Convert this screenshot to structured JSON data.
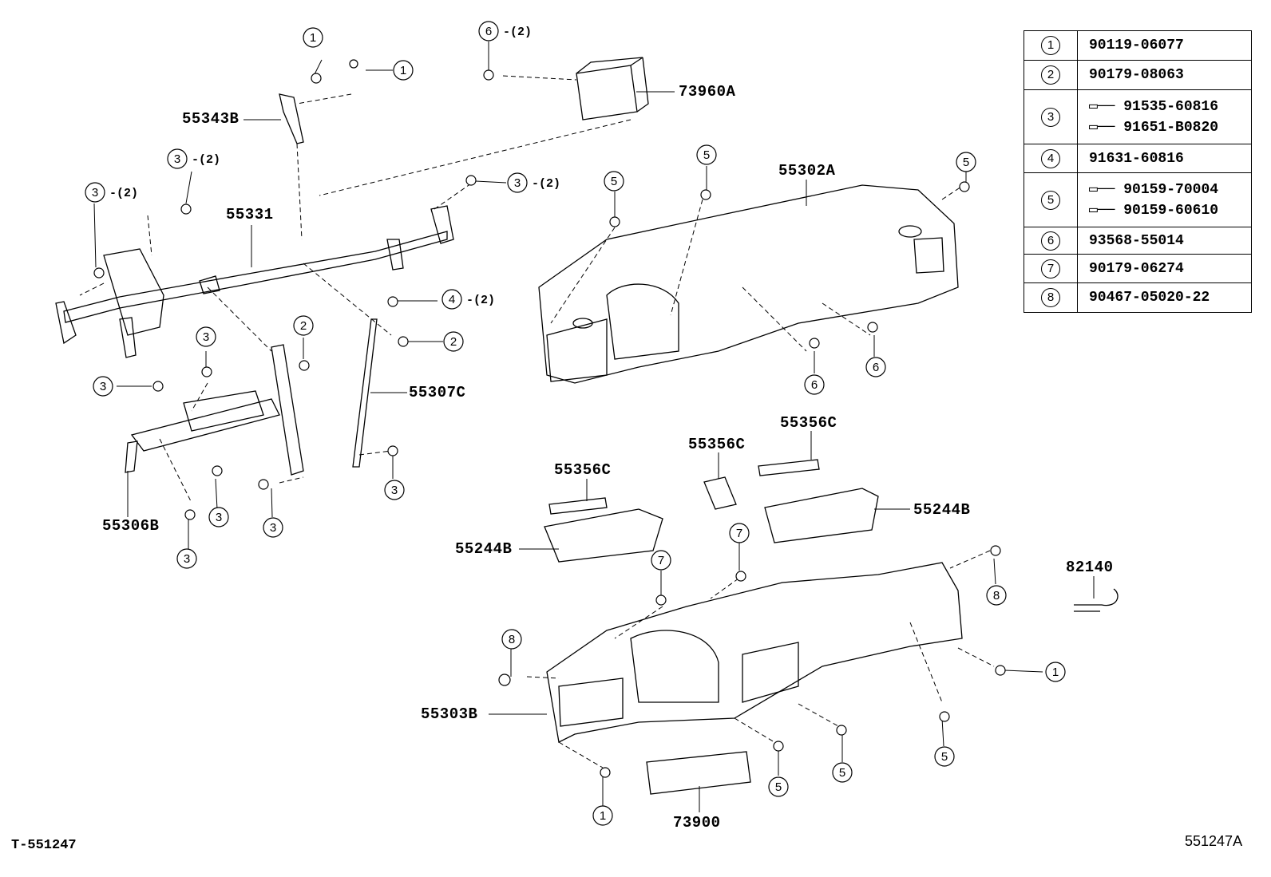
{
  "figure_code": "T-551247",
  "figure_id": "551247A",
  "part_labels": [
    "55343B",
    "73960A",
    "55331",
    "55302A",
    "55307C",
    "55306B",
    "55356C",
    "55356C",
    "55356C",
    "55244B",
    "55244B",
    "82140",
    "55303B",
    "73900"
  ],
  "qty_note": "-(2)",
  "legend": [
    {
      "key": "1",
      "parts": [
        "90119-06077"
      ]
    },
    {
      "key": "2",
      "parts": [
        "90179-08063"
      ]
    },
    {
      "key": "3",
      "parts": [
        "91535-60816",
        "91651-B0820"
      ]
    },
    {
      "key": "4",
      "parts": [
        "91631-60816"
      ]
    },
    {
      "key": "5",
      "parts": [
        "90159-70004",
        "90159-60610"
      ]
    },
    {
      "key": "6",
      "parts": [
        "93568-55014"
      ]
    },
    {
      "key": "7",
      "parts": [
        "90179-06274"
      ]
    },
    {
      "key": "8",
      "parts": [
        "90467-05020-22"
      ]
    }
  ]
}
